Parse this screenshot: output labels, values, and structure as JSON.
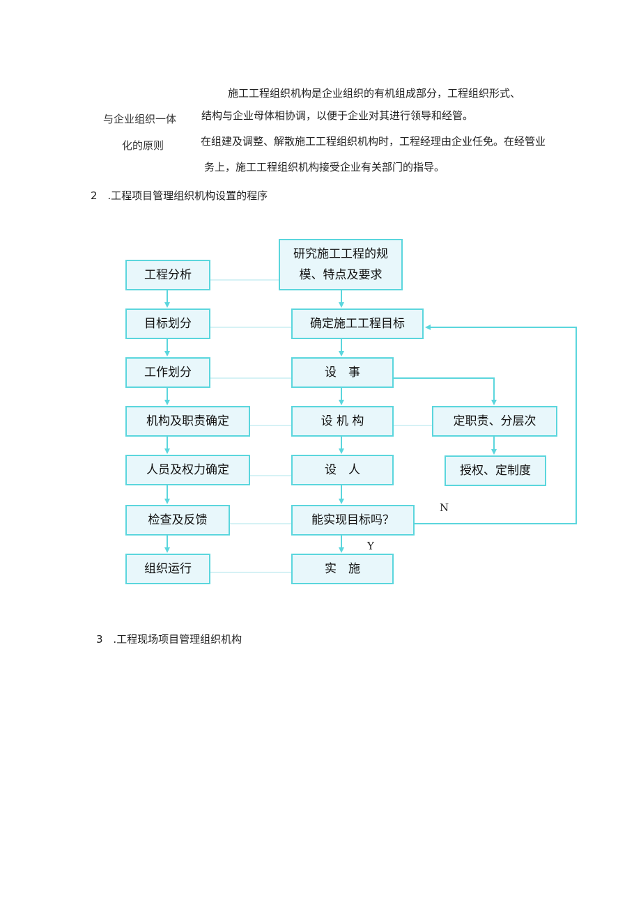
{
  "principle": {
    "name_line1": "与企业组织一体",
    "name_line2": "化的原则",
    "desc_line1": "施工工程组织机构是企业组织的有机组成部分，工程组织形式、",
    "desc_line2": "结构与企业母体相协调，以便于企业对其进行领导和经管。",
    "desc_line3": "在组建及调整、解散施工工程组织机构时，工程经理由企业任免。在经管业",
    "desc_line4": "务上，施工工程组织机构接受企业有关部门的指导。"
  },
  "section2": {
    "number": "2",
    "title": ".工程项目管理组织机构设置的程序"
  },
  "section3": {
    "number": "3",
    "title": ".工程现场项目管理组织机构"
  },
  "flowchart": {
    "left": [
      "工程分析",
      "目标划分",
      "工作划分",
      "机构及职责确定",
      "人员及权力确定",
      "检查及反馈",
      "组织运行"
    ],
    "center_top": "研究施工工程的规模、特点及要求",
    "center": [
      "确定施工工程目标",
      "设　事",
      "设 机 构",
      "设　人",
      "能实现目标吗？",
      "实　施"
    ],
    "right": [
      "定职责、分层次",
      "授权、定制度"
    ],
    "no_label": "N",
    "yes_label": "Y"
  },
  "colors": {
    "box_border": "#5bd6dd",
    "box_fill": "#e8f7fb",
    "arrow": "#5bd6dd"
  }
}
